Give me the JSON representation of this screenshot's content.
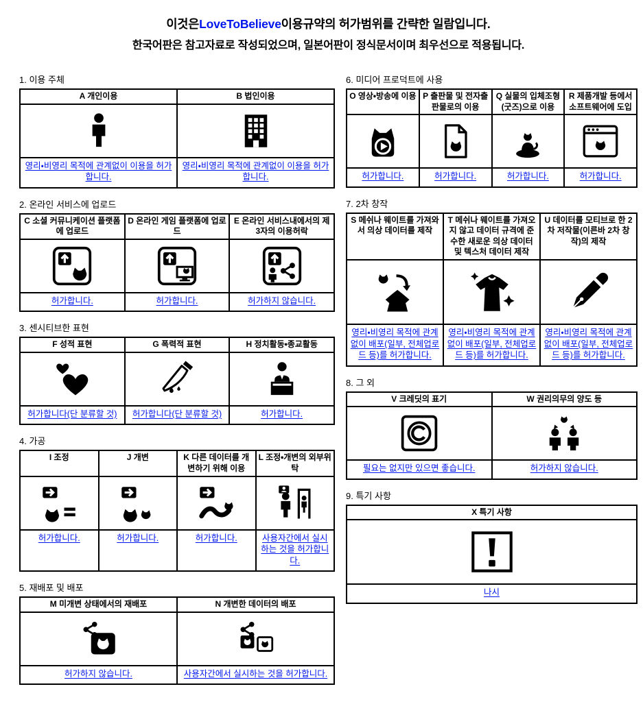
{
  "title": {
    "line1_pre": "이것은",
    "brand": "LoveToBelieve",
    "line1_post": "이용규약의 허가범위를 간략한 일람입니다.",
    "line2": "한국어판은 참고자료로 작성되었으며, 일본어판이 정식문서이며 최우선으로 적용됩니다."
  },
  "colors": {
    "accent_blue": "#0016ee",
    "text_black": "#000000",
    "border_black": "#000000",
    "background": "#ffffff"
  },
  "sections": [
    {
      "id": "usage-subject",
      "column": "left",
      "heading": "1. 이용 주체",
      "items": [
        {
          "key": "A",
          "label": "A 개인이용",
          "icon": "person-icon",
          "result": "영리・비영리 목적에 관계없이 이용을 허가합니다."
        },
        {
          "key": "B",
          "label": "B 법인이용",
          "icon": "building-icon",
          "result": "영리・비영리 목적에 관계없이 이용을 허가합니다."
        }
      ]
    },
    {
      "id": "online-upload",
      "column": "left",
      "heading": "2. 온라인 서비스에 업로드",
      "items": [
        {
          "key": "C",
          "label": "C 소셜 커뮤니케이션 플랫폼에 업로드",
          "icon": "upload-cat-icon",
          "result": "허가합니다."
        },
        {
          "key": "D",
          "label": "D 온라인 게임 플랫폼에 업로드",
          "icon": "upload-monitor-icon",
          "result": "허가합니다."
        },
        {
          "key": "E",
          "label": "E 온라인 서비스내에서의 제 3자의 이용허락",
          "icon": "upload-share-icon",
          "result": "허가하지 않습니다."
        }
      ]
    },
    {
      "id": "sensitive-expression",
      "column": "left",
      "heading": "3. 센시티브한 표현",
      "items": [
        {
          "key": "F",
          "label": "F 성적 표현",
          "icon": "hearts-icon",
          "result": "허가합니다(단 분류할 것)"
        },
        {
          "key": "G",
          "label": "G 폭력적 표현",
          "icon": "knife-icon",
          "result": "허가합니다(단 분류할 것)"
        },
        {
          "key": "H",
          "label": "H 정치활동・종교활동",
          "icon": "podium-speaker-icon",
          "result": "허가합니다."
        }
      ]
    },
    {
      "id": "processing",
      "column": "left",
      "heading": "4. 가공",
      "items": [
        {
          "key": "I",
          "label": "I 조정",
          "icon": "arrow-equals-icon",
          "result": "허가합니다."
        },
        {
          "key": "J",
          "label": "J 개변",
          "icon": "arrow-two-cats-icon",
          "result": "허가합니다."
        },
        {
          "key": "K",
          "label": "K 다른 데이터를 개변하기 위해 이용",
          "icon": "arrow-long-cat-icon",
          "result": "허가합니다."
        },
        {
          "key": "L",
          "label": "L 조정・개변의 외부위탁",
          "icon": "person-door-icon",
          "result": "사용자간에서 실시하는 것을 허가합니다."
        }
      ]
    },
    {
      "id": "redistribution",
      "column": "left",
      "heading": "5. 재배포 및 배포",
      "items": [
        {
          "key": "M",
          "label": "M 미개변 상태에서의 재배포",
          "icon": "share-box-cat-icon",
          "result": "허가하지 않습니다."
        },
        {
          "key": "N",
          "label": "N 개변한 데이터의 배포",
          "icon": "share-two-boxes-icon",
          "result": "사용자간에서 실시하는 것을 허가합니다."
        }
      ]
    },
    {
      "id": "media-products",
      "column": "right",
      "heading": "6. 미디어 프로덕트에 사용",
      "items": [
        {
          "key": "O",
          "label": "O 영상・방송에 이용",
          "icon": "play-cat-icon",
          "result": "허가합니다."
        },
        {
          "key": "P",
          "label": "P 출판물 및 전자출판물로의 이용",
          "icon": "document-cat-icon",
          "result": "허가합니다."
        },
        {
          "key": "Q",
          "label": "Q 실물의 입체조형(굿즈)으로 이용",
          "icon": "figurine-cat-icon",
          "result": "허가합니다."
        },
        {
          "key": "R",
          "label": "R 제품개발 등에서 소프트웨어에 도입",
          "icon": "window-cat-icon",
          "result": "허가합니다."
        }
      ]
    },
    {
      "id": "derivative-works",
      "column": "right",
      "heading": "7. 2차 창작",
      "items": [
        {
          "key": "S",
          "label": "S 메쉬나 웨이트를 가져와서 의상 데이터를 제작",
          "icon": "cat-arrows-dress-icon",
          "result": "영리・비영리 목적에 관계없이 배포(일부, 전체업로드 등)를 허가합니다."
        },
        {
          "key": "T",
          "label": "T 메쉬나 웨이트를 가져오지 않고 데이터 규격에 준수한 새로운 의상 데이터 및 텍스처 데이터 제작",
          "icon": "dress-icon",
          "result": "영리・비영리 목적에 관계없이 배포(일부, 전체업로드 등)를 허가합니다."
        },
        {
          "key": "U",
          "label": "U 데이터를 모티브로 한 2차 저작물(이른바 2차 창작)의 제작",
          "icon": "pen-icon",
          "result": "영리・비영리 목적에 관계없이 배포(일부, 전체업로드 등)를 허가합니다."
        }
      ]
    },
    {
      "id": "others",
      "column": "right",
      "heading": "8. 그 외",
      "items": [
        {
          "key": "V",
          "label": "V 크레딧의 표기",
          "icon": "copyright-icon",
          "result": "필요는 없지만 있으면 좋습니다."
        },
        {
          "key": "W",
          "label": "W 권리의무의 양도 등",
          "icon": "people-exchange-icon",
          "result": "허가하지 않습니다."
        }
      ]
    },
    {
      "id": "special-notes",
      "column": "right",
      "heading": "9. 특기 사항",
      "items": [
        {
          "key": "X",
          "label": "X 특기 사항",
          "icon": "exclamation-icon",
          "result": "나시"
        }
      ]
    }
  ]
}
